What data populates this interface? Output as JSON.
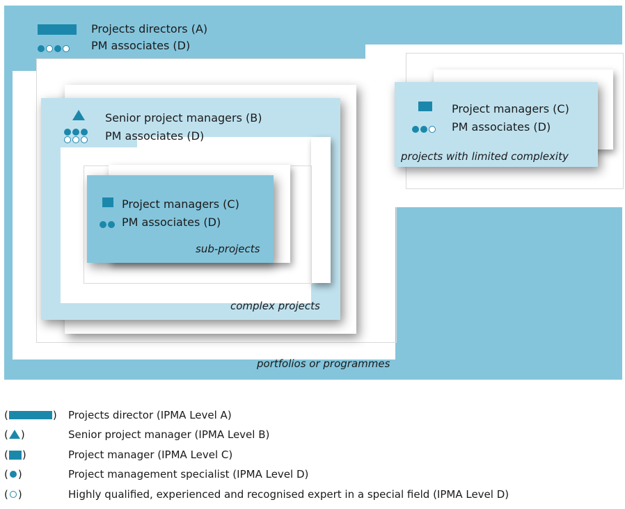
{
  "diagram": {
    "portfolio": {
      "role_a": "Projects directors (A)",
      "role_d": "PM associates (D)",
      "caption": "portfolios or programmes"
    },
    "complex": {
      "role_b": "Senior project managers (B)",
      "role_d": "PM associates (D)",
      "caption": "complex projects"
    },
    "subproject": {
      "role_c": "Project managers (C)",
      "role_d": "PM associates (D)",
      "caption": "sub-projects"
    },
    "limited": {
      "role_c": "Project managers (C)",
      "role_d": "PM associates (D)",
      "caption": "projects with limited complexity"
    }
  },
  "legend": {
    "open_paren": "(",
    "close_paren": ")",
    "items": [
      {
        "symbol": "bar-icon",
        "text": "Projects director (IPMA Level A)"
      },
      {
        "symbol": "triangle-icon",
        "text": "Senior project manager (IPMA Level B)"
      },
      {
        "symbol": "square-icon",
        "text": "Project manager (IPMA Level C)"
      },
      {
        "symbol": "filled-circle-icon",
        "text": "Project management specialist (IPMA Level D)"
      },
      {
        "symbol": "open-circle-icon",
        "text": "Highly qualified, experienced and recognised expert in a special field (IPMA Level D)"
      }
    ]
  },
  "colors": {
    "background_blue": "#84c5dc",
    "light_blue": "#bfe1ee",
    "icon_blue": "#1b88ab"
  }
}
